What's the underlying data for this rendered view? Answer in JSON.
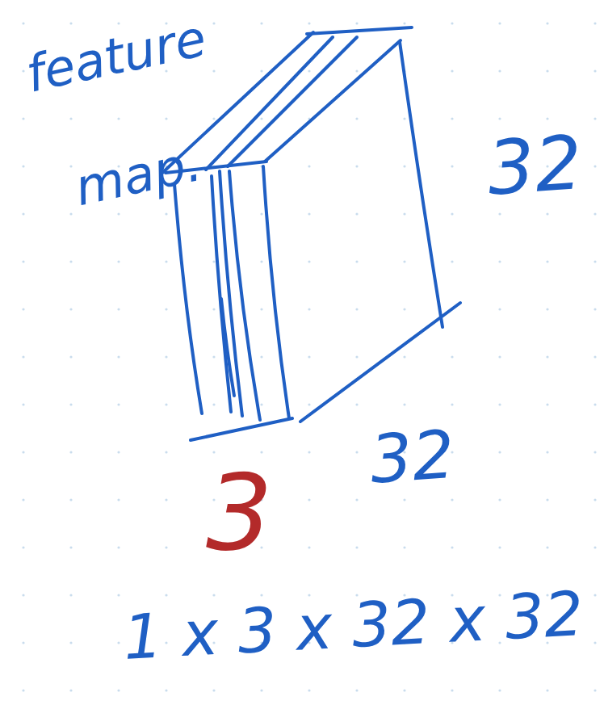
{
  "diagram": {
    "labels": [
      "feature map.",
      "32",
      "32",
      "3",
      "1 x 3 x 32 x 32"
    ]
  }
}
